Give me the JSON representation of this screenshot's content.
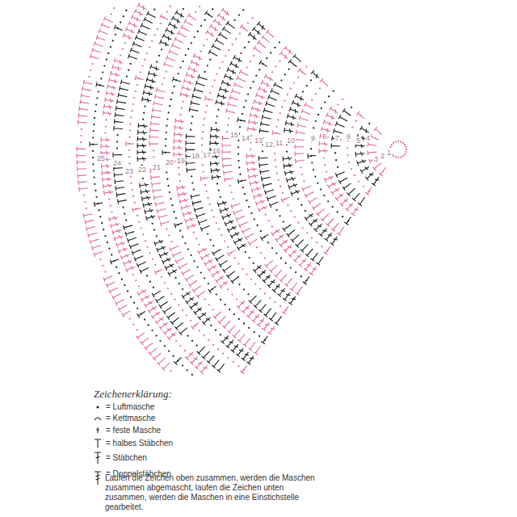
{
  "diagram": {
    "labels": [
      "1",
      "2",
      "3",
      "4",
      "5",
      "6",
      "7",
      "8",
      "9",
      "10",
      "11",
      "12",
      "13",
      "14",
      "15",
      "16",
      "17",
      "18",
      "19",
      "20",
      "21",
      "22",
      "23",
      "24",
      "25",
      "Zeichenerklärung:",
      "Laufen die Zeichen oben zusammen, werden die Maschen zusammen abgemascht, laufen die Zeichen unten zusammen, werden die Maschen in eine Einstichstelle gearbeitet."
    ],
    "legend": [
      {
        "text": "= Luftmasche"
      },
      {
        "text": "= Kettmasche"
      },
      {
        "text": "= feste Masche"
      },
      {
        "text": "= halbes Stäbchen"
      },
      {
        "text": "= Stäbchen"
      },
      {
        "text": "= Doppelstäbchen"
      }
    ]
  }
}
